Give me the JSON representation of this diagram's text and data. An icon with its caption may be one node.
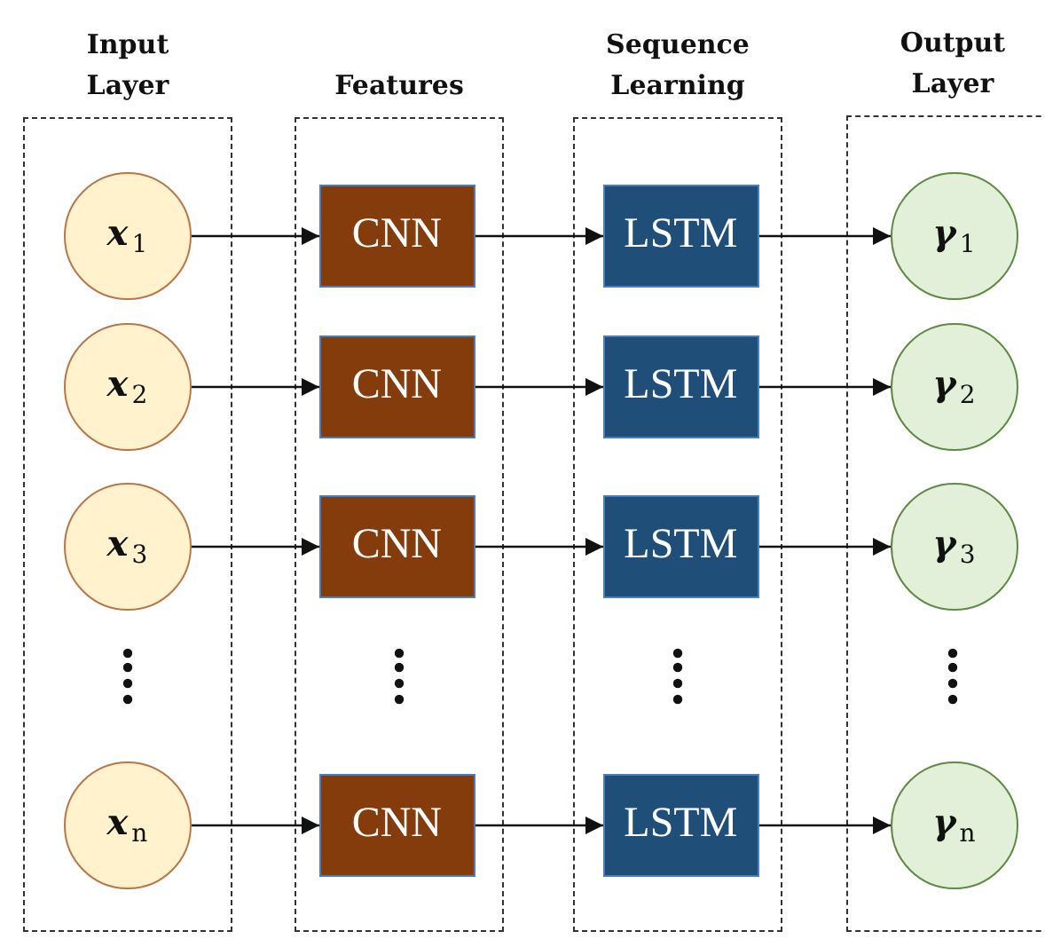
{
  "diagram": {
    "nodes": [
      {
        "text": [
          "Input Layer"
        ]
      },
      {
        "text": [
          "x$_{1}$"
        ],
        "in": 0
      },
      {
        "text": [
          "x$_{2}$"
        ],
        "in": 0
      },
      {
        "text": [
          "x$_{3}$"
        ],
        "in": 0
      },
      {
        "text": [
          "x$_{n}$"
        ],
        "in": 0
      },
      {
        "text": [
          "Features"
        ]
      },
      {
        "text": [
          "CNN"
        ],
        "in": 5
      },
      {
        "text": [
          "CNN"
        ],
        "in": 5
      },
      {
        "text": [
          "CNN"
        ],
        "in": 5
      },
      {
        "text": [
          "CNN"
        ],
        "in": 5
      },
      {
        "text": [
          "Sequence Learning"
        ]
      },
      {
        "text": [
          "LSTM"
        ],
        "in": 10
      },
      {
        "text": [
          "LSTM"
        ],
        "in": 10
      },
      {
        "text": [
          "LSTM"
        ],
        "in": 10
      },
      {
        "text": [
          "LSTM"
        ],
        "in": 10
      },
      {
        "text": [
          "Output Layer"
        ]
      },
      {
        "text": [
          "γ$_{1}$"
        ],
        "in": 15
      },
      {
        "text": [
          "γ$_{2}$"
        ],
        "in": 15
      },
      {
        "text": [
          "γ$_{3}$"
        ],
        "in": 15
      },
      {
        "text": [
          "γ$_{n}$"
        ],
        "in": 15
      }
    ],
    "edges": [
      {
        "from": 1,
        "to": 6,
        "arrow": "to"
      },
      {
        "from": 6,
        "to": 11,
        "arrow": "to"
      },
      {
        "from": 11,
        "to": 16,
        "arrow": "to"
      },
      {
        "from": 2,
        "to": 7,
        "arrow": "to"
      },
      {
        "from": 7,
        "to": 12,
        "arrow": "to"
      },
      {
        "from": 12,
        "to": 17,
        "arrow": "to"
      },
      {
        "from": 3,
        "to": 8,
        "arrow": "to"
      },
      {
        "from": 8,
        "to": 13,
        "arrow": "to"
      },
      {
        "from": 13,
        "to": 18,
        "arrow": "to"
      },
      {
        "from": 4,
        "to": 9,
        "arrow": "to"
      },
      {
        "from": 9,
        "to": 14,
        "arrow": "to"
      },
      {
        "from": 14,
        "to": 19,
        "arrow": "to"
      }
    ]
  }
}
